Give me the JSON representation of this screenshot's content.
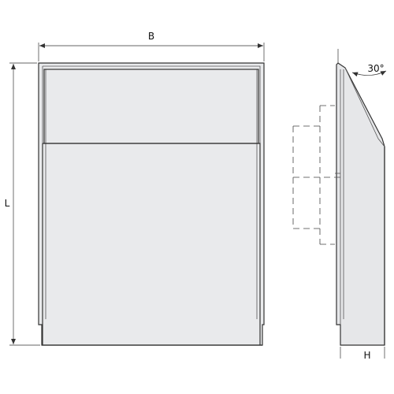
{
  "dimensions": {
    "width_label": "B",
    "length_label": "L",
    "depth_label": "H",
    "angle_label": "30°"
  }
}
